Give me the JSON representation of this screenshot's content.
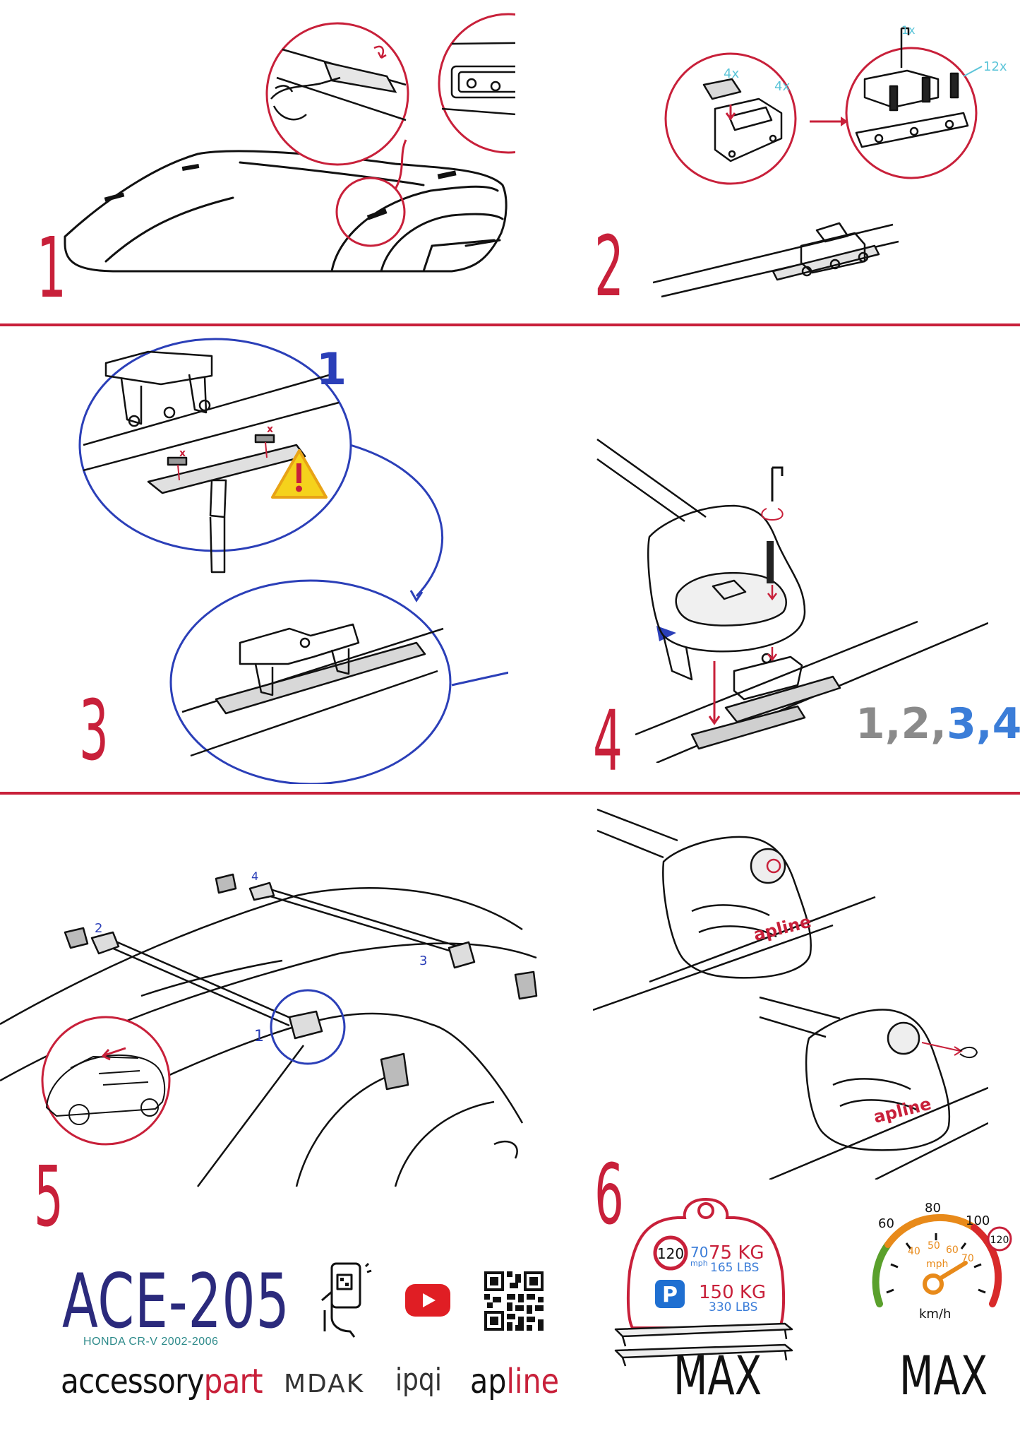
{
  "steps": {
    "s1": "1",
    "s2": "2",
    "s3": "3",
    "s4": "4",
    "s5": "5",
    "s6": "6"
  },
  "step2_labels": {
    "qty_a": "4x",
    "qty_b": "4x",
    "qty_hex": "1x",
    "qty_screws": "12x"
  },
  "step3_labels": {
    "sub_step": "1",
    "mark_left": "x",
    "mark_right": "x"
  },
  "step4_labels": {
    "sequence_a": "1,2,",
    "sequence_b": "3,4"
  },
  "step5_labels": {
    "foot_1": "1",
    "foot_2": "2",
    "foot_3": "3",
    "foot_4": "4"
  },
  "step6_labels": {
    "brand_on_foot_a": "apline",
    "brand_on_foot_b": "apline"
  },
  "load": {
    "speed_limit": "120",
    "speed_kmh": "70",
    "speed_unit": "mph",
    "dynamic_kg": "75 KG",
    "dynamic_lbs": "165 LBS",
    "parking_letter": "P",
    "static_kg": "150 KG",
    "static_lbs": "330 LBS",
    "label": "MAX"
  },
  "speedo": {
    "kmh_ticks": [
      "60",
      "80",
      "100"
    ],
    "mph_ticks": [
      "40",
      "50",
      "60",
      "70"
    ],
    "mph_unit": "mph",
    "kmh_unit": "km/h",
    "limit": "120",
    "label": "MAX"
  },
  "footer": {
    "model": "ACE-205",
    "vehicle": "HONDA CR-V 2002-2006",
    "brands": {
      "accessory": "accessory",
      "part": "part",
      "mdak": "MDAK",
      "ipqi": "ipqi",
      "ap": "ap",
      "line": "line"
    }
  },
  "colors": {
    "accent_red": "#c8203a",
    "blue": "#2b3fb8",
    "navy": "#2b2a7c",
    "teal": "#2d8a8a",
    "cyan": "#5bc4d8",
    "gray": "#8a8a8a",
    "speed_green": "#5aa02c",
    "speed_orange": "#e88a1a",
    "speed_red": "#d82a2a"
  }
}
